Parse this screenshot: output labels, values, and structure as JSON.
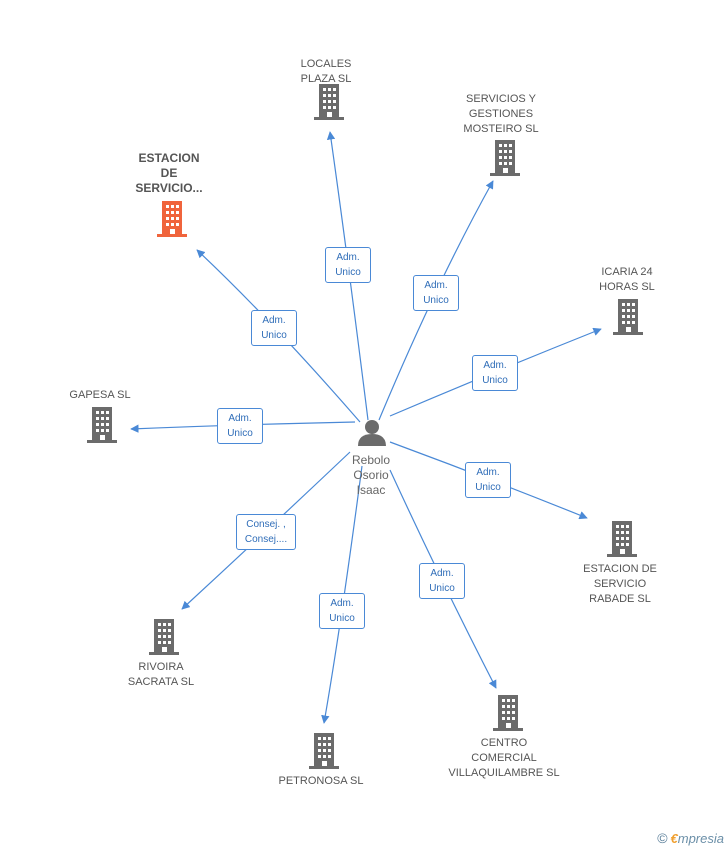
{
  "center": {
    "name": "Rebolo\nOsorio\nIsaac"
  },
  "companies": [
    {
      "id": "locales",
      "name": "LOCALES\nPLAZA SL",
      "highlight": false
    },
    {
      "id": "servicios",
      "name": "SERVICIOS Y\nGESTIONES\nMOSTEIRO SL",
      "highlight": false
    },
    {
      "id": "estacion",
      "name": "ESTACION\nDE\nSERVICIO...",
      "highlight": true
    },
    {
      "id": "icaria",
      "name": "ICARIA 24\nHORAS SL",
      "highlight": false
    },
    {
      "id": "gapesa",
      "name": "GAPESA SL",
      "highlight": false
    },
    {
      "id": "rabade",
      "name": "ESTACION DE\nSERVICIO\nRABADE SL",
      "highlight": false
    },
    {
      "id": "rivoira",
      "name": "RIVOIRA\nSACRATA SL",
      "highlight": false
    },
    {
      "id": "petronosa",
      "name": "PETRONOSA SL",
      "highlight": false
    },
    {
      "id": "centro",
      "name": "CENTRO\nCOMERCIAL\nVILLAQUILAMBRE SL",
      "highlight": false
    }
  ],
  "relations": [
    {
      "to": "locales",
      "label": "Adm.\nUnico"
    },
    {
      "to": "servicios",
      "label": "Adm.\nUnico"
    },
    {
      "to": "estacion",
      "label": "Adm.\nUnico"
    },
    {
      "to": "icaria",
      "label": "Adm.\nUnico"
    },
    {
      "to": "gapesa",
      "label": "Adm.\nUnico"
    },
    {
      "to": "rabade",
      "label": "Adm.\nUnico"
    },
    {
      "to": "rivoira",
      "label": "Consej. ,\nConsej...."
    },
    {
      "to": "petronosa",
      "label": "Adm.\nUnico"
    },
    {
      "to": "centro",
      "label": "Adm.\nUnico"
    }
  ],
  "colors": {
    "edge": "#4a89d6",
    "building": "#6b6b6b",
    "highlight": "#f0643c",
    "person": "#6b6b6b"
  },
  "footer": {
    "copyright": "©",
    "brand_first": "€",
    "brand_rest": "mpresia"
  }
}
